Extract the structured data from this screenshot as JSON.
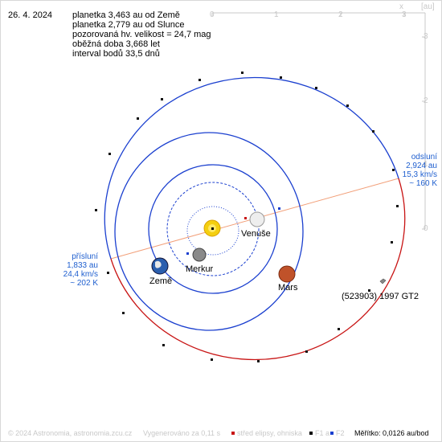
{
  "header": {
    "date": "26. 4. 2024",
    "info_lines": [
      "planetka 3,463 au od Země",
      "planetka 2,779 au od Slunce",
      "pozorovaná hv. velikost = 24,7 mag",
      "oběžná doba 3,668 let",
      "interval bodů 33,5 dnů"
    ]
  },
  "axes": {
    "x_ticks": [
      "0",
      "1",
      "2",
      "3"
    ],
    "x_label": "x",
    "unit_label": "[au]",
    "y_ticks": [
      "3",
      "2",
      "1",
      "0"
    ]
  },
  "bodies": {
    "venus": "Venuše",
    "mercury": "Merkur",
    "earth": "Země",
    "mars": "Mars",
    "asteroid": "(523903) 1997 GT2"
  },
  "aphelion": {
    "title": "odsluní",
    "distance": "2,924 au",
    "speed": "15,3 km/s",
    "temp": "~ 160 K"
  },
  "perihelion": {
    "title": "přísluní",
    "distance": "1,833 au",
    "speed": "24,4 km/s",
    "temp": "~ 202 K"
  },
  "footer": {
    "copyright": "© 2024 Astronomia, astronomia.zcu.cz",
    "generated": "Vygenerováno za 0,11 s",
    "legend_center": "střed elipsy, ohniska",
    "legend_f1": "F1 a",
    "legend_f2": "F2",
    "scale": "Měřítko: 0,0126 au/bod"
  },
  "colors": {
    "asteroid_orbit": "#c81414",
    "planet_orbit": "#1a3fcf",
    "apsis_line": "#f2a07a",
    "sun": "#f4cf10",
    "mars": "#c0522a",
    "axis": "#c8c8c8"
  }
}
